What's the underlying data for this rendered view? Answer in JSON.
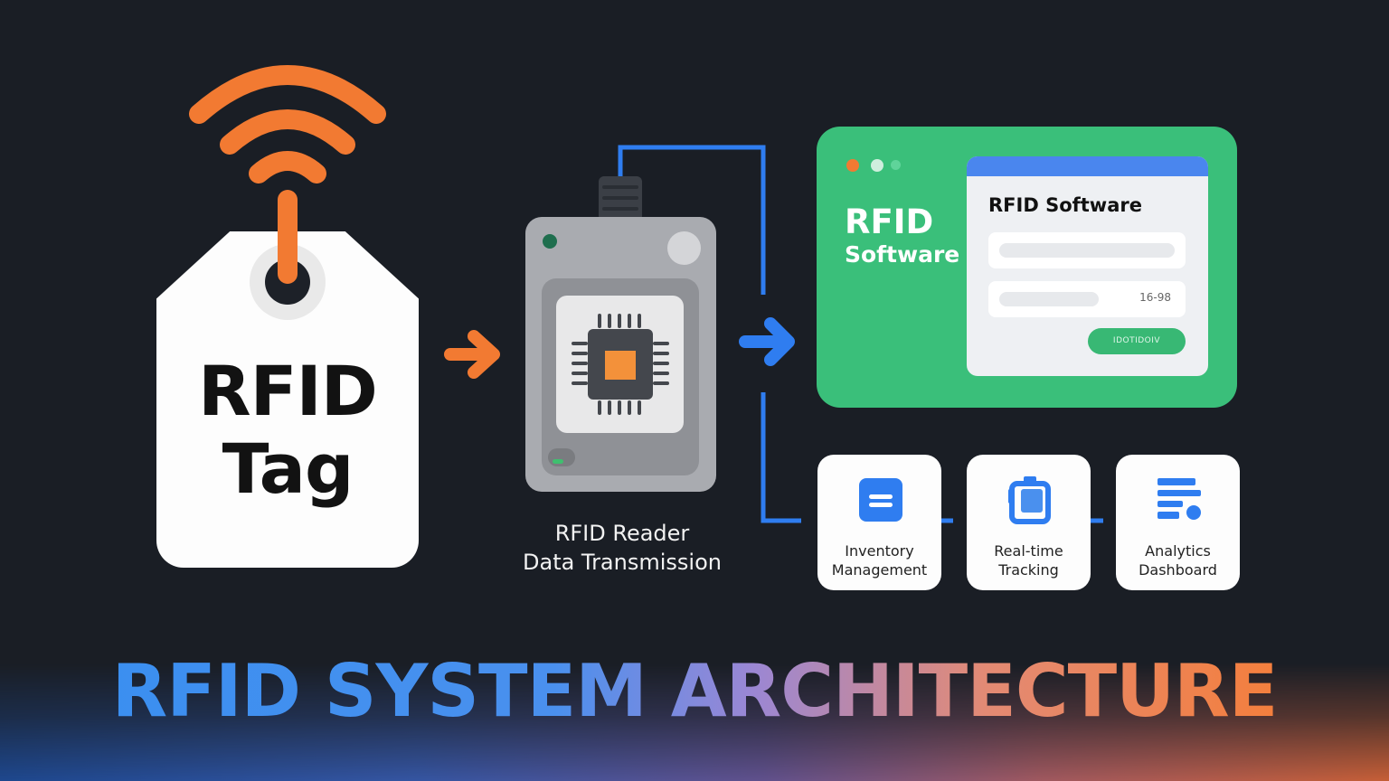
{
  "tag": {
    "line1": "RFID",
    "line2": "Tag"
  },
  "reader": {
    "caption_line1": "RFID Reader",
    "caption_line2": "Data Transmission"
  },
  "software": {
    "panel_title_line1": "RFID",
    "panel_title_line2": "Software",
    "window_title": "RFID Software",
    "field_value": "16-98",
    "button_label": "IDOTIDOIV"
  },
  "modules": [
    {
      "line1": "Inventory",
      "line2": "Management",
      "icon": "list-icon"
    },
    {
      "line1": "Real-time",
      "line2": "Tracking",
      "icon": "clipboard-icon"
    },
    {
      "line1": "Analytics",
      "line2": "Dashboard",
      "icon": "dashboard-icon"
    }
  ],
  "headline": "RFID SYSTEM ARCHITECTURE",
  "colors": {
    "background": "#1a1e25",
    "orange": "#f27a32",
    "blue": "#2f7df0",
    "green": "#3abf7a",
    "window_bar": "#4a86ee"
  }
}
